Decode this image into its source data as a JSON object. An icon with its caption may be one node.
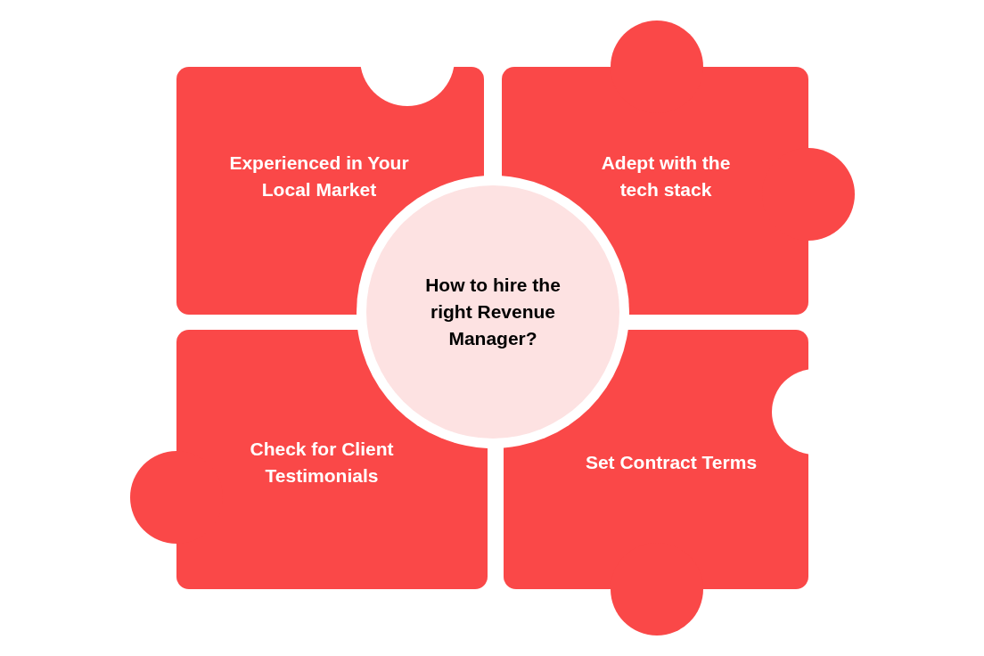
{
  "diagram": {
    "nodes": [
      {
        "text": [
          "Experienced in Your Local Market"
        ]
      },
      {
        "text": [
          "Adept with the tech stack"
        ]
      },
      {
        "text": [
          "How to hire the right Revenue Manager?"
        ]
      },
      {
        "text": [
          "Check for Client Testimonials"
        ]
      },
      {
        "text": [
          "Set Contract Terms"
        ]
      }
    ]
  }
}
